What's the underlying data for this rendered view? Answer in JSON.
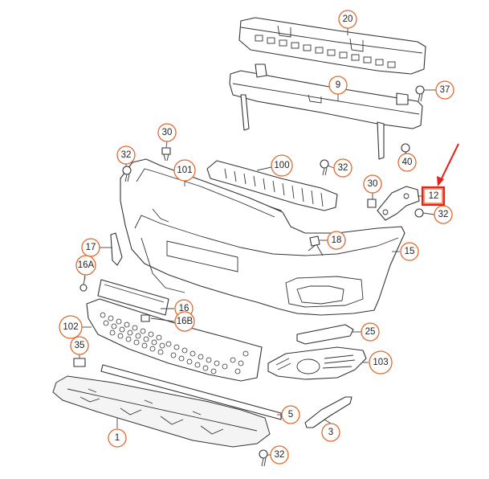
{
  "diagram": {
    "callouts": {
      "c20": "20",
      "c9": "9",
      "c37": "37",
      "c30a": "30",
      "c32a": "32",
      "c100": "100",
      "c101": "101",
      "c32b": "32",
      "c40": "40",
      "c30b": "30",
      "c12": "12",
      "c32c": "32",
      "c17": "17",
      "c18": "18",
      "c15": "15",
      "c16a": "16A",
      "c16": "16",
      "c16b": "16B",
      "c102": "102",
      "c25": "25",
      "c35": "35",
      "c103": "103",
      "c5": "5",
      "c3": "3",
      "c1": "1",
      "c32d": "32"
    },
    "colors": {
      "callout_border": "#e06a2c",
      "highlight": "#e8201c",
      "line": "#333333"
    }
  }
}
